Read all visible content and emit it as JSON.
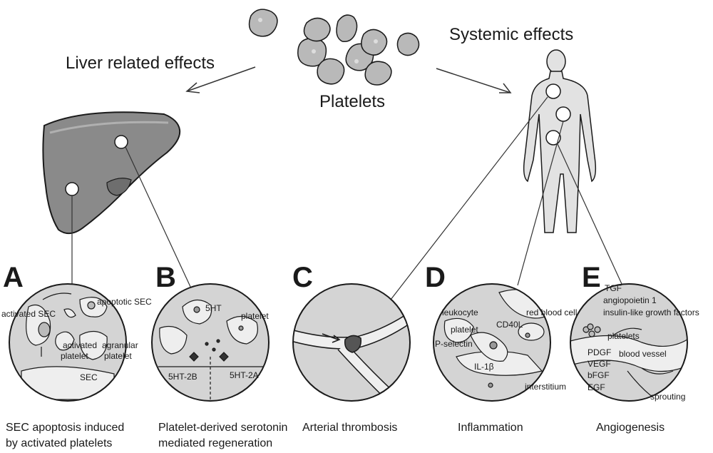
{
  "headings": {
    "liver": "Liver related effects",
    "systemic": "Systemic effects",
    "platelets": "Platelets"
  },
  "panels": [
    {
      "letter": "A",
      "labels": [
        "activated SEC",
        "apoptotic SEC",
        "activated",
        "platelet",
        "agranular",
        "platelet",
        "SEC"
      ],
      "caption": [
        "SEC apoptosis induced",
        "by activated platelets"
      ]
    },
    {
      "letter": "B",
      "labels": [
        "5HT",
        "platelet",
        "5HT-2B",
        "5HT-2A"
      ],
      "caption": [
        "Platelet-derived serotonin",
        "mediated regeneration"
      ]
    },
    {
      "letter": "C",
      "labels": [],
      "caption": [
        "Arterial thrombosis"
      ]
    },
    {
      "letter": "D",
      "labels": [
        "leukocyte",
        "red blood cell",
        "platelet",
        "CD40L",
        "P-selectin",
        "IL-1β",
        "interstitium"
      ],
      "caption": [
        "Inflammation"
      ]
    },
    {
      "letter": "E",
      "labels": [
        "TGF",
        "angiopoietin 1",
        "insulin-like growth factors",
        "platelets",
        "blood vessel",
        "PDGF",
        "VEGF",
        "bFGF",
        "EGF",
        "sprouting"
      ],
      "caption": [
        "Angiogenesis"
      ]
    }
  ],
  "colors": {
    "ink": "#1a1a1a",
    "liver": "#8a8a8a",
    "platelet": "#b9b9b9",
    "circle_bg": "#d4d4d4",
    "cell": "#eeeeee"
  }
}
